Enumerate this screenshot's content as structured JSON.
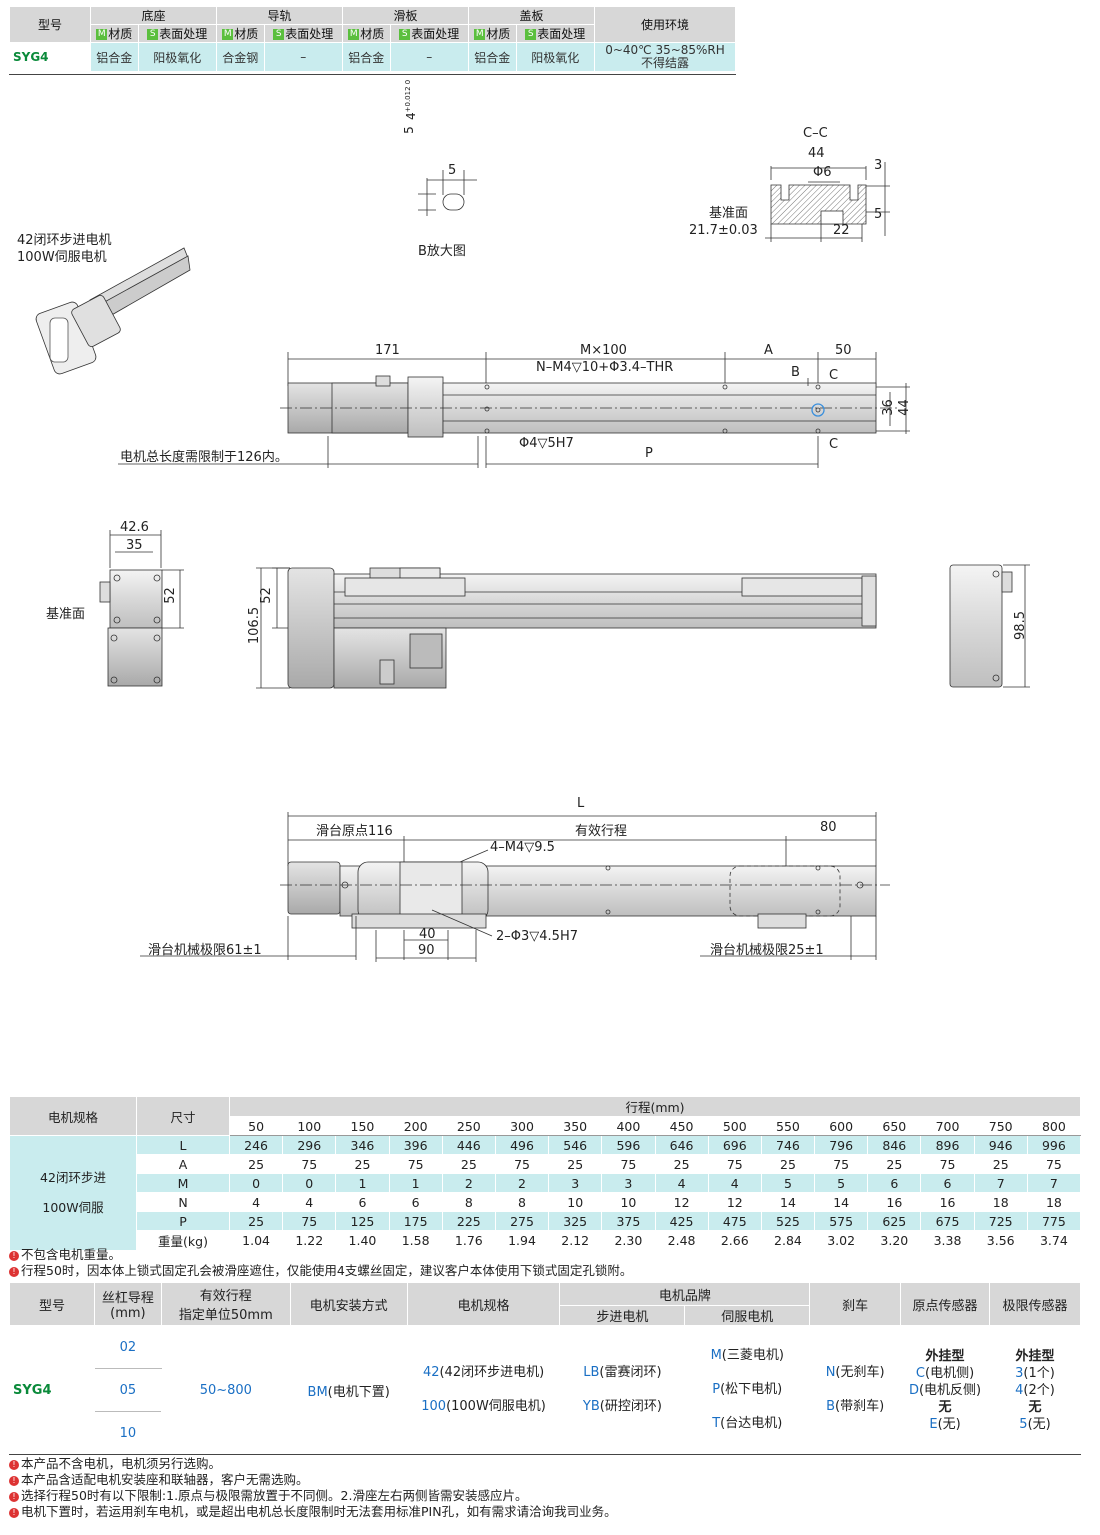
{
  "spec_table": {
    "h_model": "型号",
    "groups": [
      "底座",
      "导轨",
      "滑板",
      "盖板"
    ],
    "h_env": "使用环境",
    "m_tag": "M",
    "s_tag": "S",
    "m_label": "材质",
    "s_label": "表面处理",
    "model": "SYG4",
    "values": [
      "铝合金",
      "阳极氧化",
      "合金钢",
      "–",
      "铝合金",
      "–",
      "铝合金",
      "阳极氧化"
    ],
    "env_line1": "0~40℃  35~85%RH",
    "env_line2": "不得结露"
  },
  "drawing": {
    "motor_label1": "42闭环步进电机",
    "motor_label2": "100W伺服电机",
    "b_view": "B放大图",
    "b_dim_5v": "5",
    "b_dim_4tol": "4",
    "b_tol": "+0.012 0",
    "b_dim_5h": "5",
    "cc_title": "C–C",
    "cc_44": "44",
    "cc_phi6": "Φ6",
    "cc_3": "3",
    "cc_5": "5",
    "cc_ref": "基准面",
    "cc_217": "21.7±0.03",
    "cc_22": "22",
    "top_171": "171",
    "top_m100": "M×100",
    "top_a": "A",
    "top_50": "50",
    "top_holes": "N–M4▽10+Φ3.4–THR",
    "top_b": "B",
    "top_c1": "C",
    "top_c2": "C",
    "top_36": "36",
    "top_44": "44",
    "top_phi4": "Φ4▽5H7",
    "top_p": "P",
    "top_motor_limit": "电机总长度需限制于126内。",
    "side_426": "42.6",
    "side_35": "35",
    "side_52": "52",
    "side_ref": "基准面",
    "front_52": "52",
    "front_1065": "106.5",
    "end_985": "98.5",
    "bot_l": "L",
    "bot_origin": "滑台原点116",
    "bot_stroke": "有效行程",
    "bot_80": "80",
    "bot_m4": "4–M4▽9.5",
    "bot_phi3": "2–Φ3▽4.5H7",
    "bot_40": "40",
    "bot_90": "90",
    "bot_limit_left": "滑台机械极限61±1",
    "bot_limit_right": "滑台机械极限25±1"
  },
  "stroke_table": {
    "h_motor": "电机规格",
    "h_size": "尺寸",
    "h_stroke": "行程(mm)",
    "strokes": [
      "50",
      "100",
      "150",
      "200",
      "250",
      "300",
      "350",
      "400",
      "450",
      "500",
      "550",
      "600",
      "650",
      "700",
      "750",
      "800"
    ],
    "motor1": "42闭环步进",
    "motor2": "100W伺服",
    "rows": [
      {
        "name": "L",
        "values": [
          "246",
          "296",
          "346",
          "396",
          "446",
          "496",
          "546",
          "596",
          "646",
          "696",
          "746",
          "796",
          "846",
          "896",
          "946",
          "996"
        ]
      },
      {
        "name": "A",
        "values": [
          "25",
          "75",
          "25",
          "75",
          "25",
          "75",
          "25",
          "75",
          "25",
          "75",
          "25",
          "75",
          "25",
          "75",
          "25",
          "75"
        ]
      },
      {
        "name": "M",
        "values": [
          "0",
          "0",
          "1",
          "1",
          "2",
          "2",
          "3",
          "3",
          "4",
          "4",
          "5",
          "5",
          "6",
          "6",
          "7",
          "7"
        ]
      },
      {
        "name": "N",
        "values": [
          "4",
          "4",
          "6",
          "6",
          "8",
          "8",
          "10",
          "10",
          "12",
          "12",
          "14",
          "14",
          "16",
          "16",
          "18",
          "18"
        ]
      },
      {
        "name": "P",
        "values": [
          "25",
          "75",
          "125",
          "175",
          "225",
          "275",
          "325",
          "375",
          "425",
          "475",
          "525",
          "575",
          "625",
          "675",
          "725",
          "775"
        ]
      },
      {
        "name": "重量(kg)",
        "values": [
          "1.04",
          "1.22",
          "1.40",
          "1.58",
          "1.76",
          "1.94",
          "2.12",
          "2.30",
          "2.48",
          "2.66",
          "2.84",
          "3.02",
          "3.20",
          "3.38",
          "3.56",
          "3.74"
        ]
      }
    ],
    "notes": [
      "不包含电机重量。",
      "行程50时，因本体上锁式固定孔会被滑座遮住，仅能使用4支螺丝固定，建议客户本体使用下锁式固定孔锁附。"
    ]
  },
  "order_table": {
    "h_model": "型号",
    "h_lead": "丝杠导程",
    "h_lead_unit": "(mm)",
    "h_stroke": "有效行程",
    "h_stroke_unit": "指定单位50mm",
    "h_mount": "电机安装方式",
    "h_spec": "电机规格",
    "h_brand": "电机品牌",
    "h_step": "步进电机",
    "h_servo": "伺服电机",
    "h_brake": "刹车",
    "h_origin": "原点传感器",
    "h_limit": "极限传感器",
    "model": "SYG4",
    "leads": [
      "02",
      "05",
      "10"
    ],
    "stroke": "50~800",
    "mount_code": "BM",
    "mount_text": "(电机下置)",
    "spec1_code": "42",
    "spec1_text": "(42闭环步进电机)",
    "spec2_code": "100",
    "spec2_text": "(100W伺服电机)",
    "step1_code": "LB",
    "step1_text": "(雷赛闭环)",
    "step2_code": "YB",
    "step2_text": "(研控闭环)",
    "servo1_code": "M",
    "servo1_text": "(三菱电机)",
    "servo2_code": "P",
    "servo2_text": "(松下电机)",
    "servo3_code": "T",
    "servo3_text": "(台达电机)",
    "brake1_code": "N",
    "brake1_text": "(无刹车)",
    "brake2_code": "B",
    "brake2_text": "(带刹车)",
    "origin_type": "外挂型",
    "origin1_code": "C",
    "origin1_text": "(电机侧)",
    "origin2_code": "D",
    "origin2_text": "(电机反侧)",
    "origin_none": "无",
    "origin3_code": "E",
    "origin3_text": "(无)",
    "limit_type": "外挂型",
    "limit1_code": "3",
    "limit1_text": "(1个)",
    "limit2_code": "4",
    "limit2_text": "(2个)",
    "limit_none": "无",
    "limit3_code": "5",
    "limit3_text": "(无)",
    "notes": [
      "本产品不含电机，电机须另行选购。",
      "本产品含适配电机安装座和联轴器，客户无需选购。",
      "选择行程50时有以下限制:1.原点与极限需放置于不同侧。2.滑座左右两侧皆需安装感应片。",
      "电机下置时，若运用刹车电机，或是超出电机总长度限制时无法套用标准PIN孔，如有需求请洽询我司业务。"
    ]
  }
}
